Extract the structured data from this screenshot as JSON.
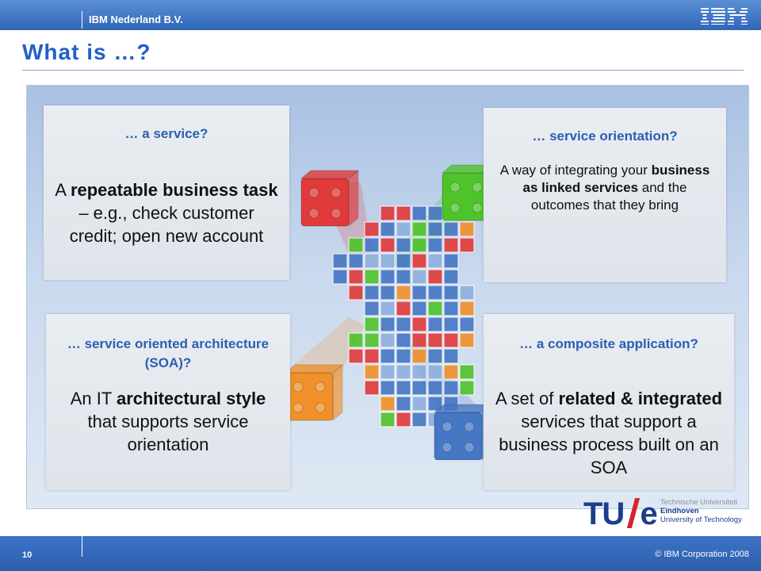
{
  "header": {
    "company": "IBM Nederland B.V.",
    "logo": "IBM"
  },
  "slide": {
    "title": "What is …?"
  },
  "cards": {
    "service": {
      "heading": "… a service?",
      "body": [
        {
          "text": "A "
        },
        {
          "text": "repeatable business task",
          "bold": true
        },
        {
          "text": " – e.g., check customer credit; open new account"
        }
      ]
    },
    "service_orientation": {
      "heading": "… service orientation?",
      "body": [
        {
          "text": "A way of integrating your "
        },
        {
          "text": "business as linked services",
          "bold": true
        },
        {
          "text": " and the outcomes that they bring"
        }
      ]
    },
    "soa": {
      "heading": "… service oriented architecture (SOA)?",
      "body": [
        {
          "text": "An IT "
        },
        {
          "text": "architectural style",
          "bold": true
        },
        {
          "text": " that supports service orientation"
        }
      ]
    },
    "composite": {
      "heading": "… a composite application?",
      "body": [
        {
          "text": "A set of "
        },
        {
          "text": "related & integrated",
          "bold": true
        },
        {
          "text": " services that support a business process built on an SOA"
        }
      ]
    }
  },
  "university_logo": {
    "mark": "TU/e",
    "line1": "Technische Universiteit",
    "line2": "Eindhoven",
    "line3": "University of Technology"
  },
  "footer": {
    "page_number": "10",
    "copyright": "© IBM Corporation 2008"
  },
  "colors": {
    "accent": "#2a5fb3",
    "cube_red": "#e03a3a",
    "cube_green": "#4fc32a",
    "cube_orange": "#f0902a",
    "cube_blue": "#4677c4"
  }
}
